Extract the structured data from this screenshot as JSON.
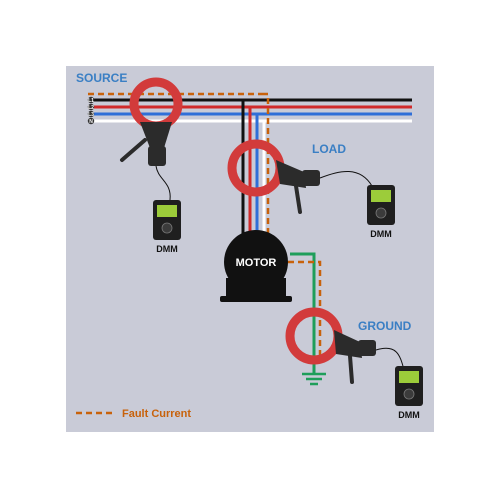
{
  "labels": {
    "source": "SOURCE",
    "load": "LOAD",
    "ground": "GROUND",
    "motor": "MOTOR",
    "legend": "Fault Current"
  },
  "phase_labels": [
    "L1",
    "L2",
    "L3",
    "N"
  ],
  "meters": [
    {
      "label": "DMM"
    },
    {
      "label": "DMM"
    },
    {
      "label": "DMM"
    }
  ],
  "colors": {
    "panel": "#c9cbd7",
    "wire_black": "#111111",
    "wire_red": "#d02a2a",
    "wire_blue": "#2f6fd8",
    "wire_white": "#ffffff",
    "wire_green": "#1e9e5a",
    "fault_current": "#c8620b",
    "clamp": "#d23b3b",
    "clamp_body": "#2b2b2b",
    "dmm_screen": "#9ccc3a",
    "label_blue": "#3a7fc4"
  },
  "icons": [
    "current-clamp-icon",
    "dmm-meter-icon",
    "motor-icon",
    "ground-symbol-icon"
  ]
}
